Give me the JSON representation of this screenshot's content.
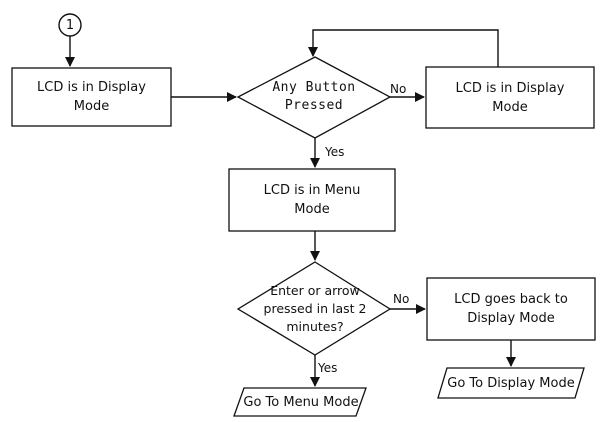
{
  "diagram": {
    "connector": "1",
    "nodes": {
      "display_mode_1": "LCD is in Display\nMode",
      "any_button": "Any Button\nPressed",
      "display_mode_2": "LCD is in Display\nMode",
      "menu_mode": "LCD is in Menu\nMode",
      "enter_arrow": "Enter or arrow\npressed in last 2\nminutes?",
      "back_to_display": "LCD goes back to\nDisplay Mode",
      "go_menu": "Go To Menu Mode",
      "go_display": "Go To Display Mode"
    },
    "edge_labels": {
      "any_no": "No",
      "any_yes": "Yes",
      "enter_no": "No",
      "enter_yes": "Yes"
    }
  }
}
